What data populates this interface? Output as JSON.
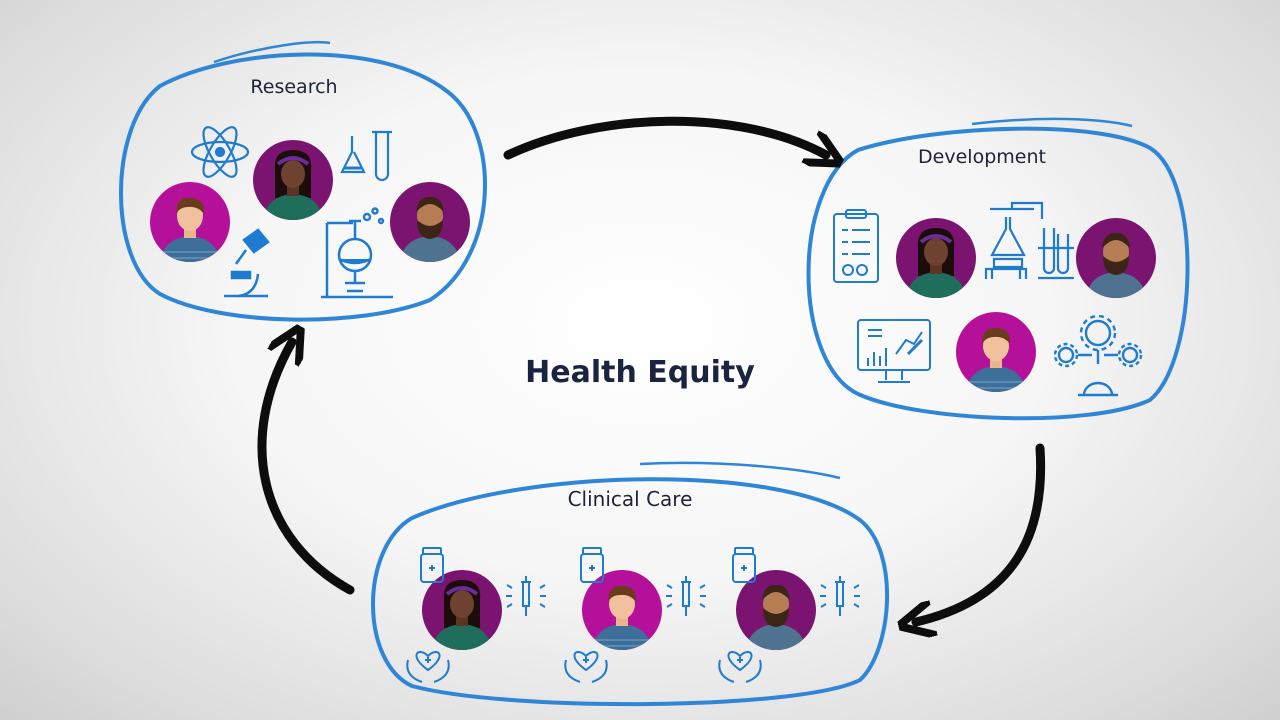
{
  "diagram": {
    "center_title": "Health Equity",
    "stages": {
      "research": {
        "label": "Research"
      },
      "development": {
        "label": "Development"
      },
      "clinical": {
        "label": "Clinical Care"
      }
    }
  },
  "colors": {
    "outline_blue": "#2f86d6",
    "icon_blue": "#1f7bd0",
    "arrow": "#0d0d0d",
    "magenta": "#b5109a",
    "purple": "#7a1470"
  },
  "icons": [
    "atom-icon",
    "flask-icon",
    "microscope-icon",
    "lab-apparatus-icon",
    "clipboard-icon",
    "distillation-icon",
    "test-tubes-icon",
    "monitor-chart-icon",
    "gears-icon",
    "medicine-bottle-icon",
    "syringe-icon",
    "heart-hands-icon",
    "person-avatar-icon"
  ]
}
